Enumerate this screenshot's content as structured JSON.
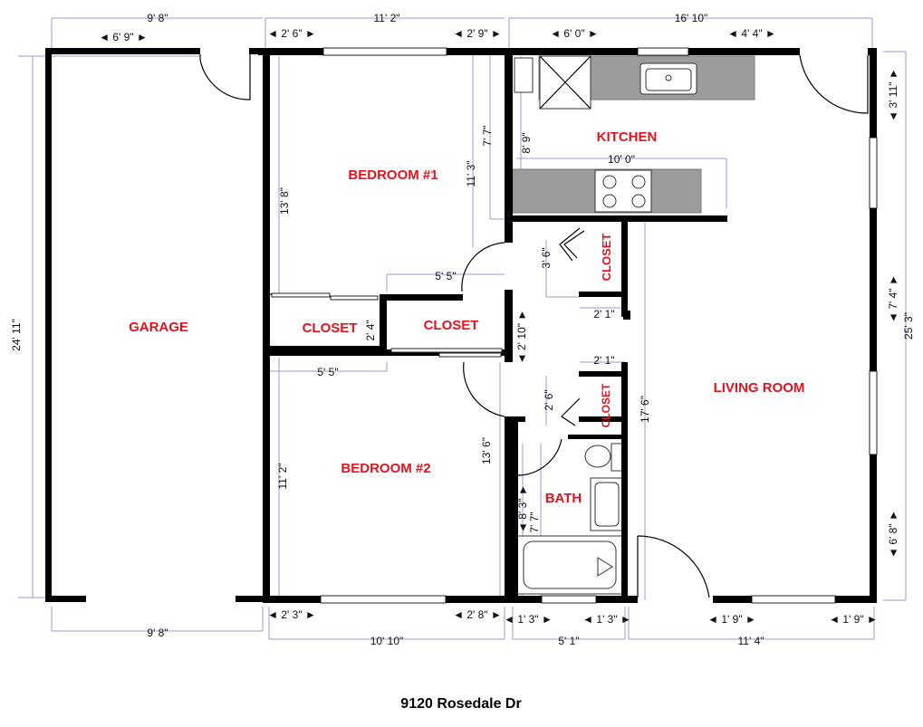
{
  "rooms": {
    "garage": "GARAGE",
    "bedroom1": "BEDROOM #1",
    "bedroom2": "BEDROOM #2",
    "closet_left": "CLOSET",
    "closet_mid": "CLOSET",
    "closet_upper": "CLOSET",
    "closet_lower": "CLOSET",
    "kitchen": "KITCHEN",
    "bath": "BATH",
    "living": "LIVING ROOM"
  },
  "dimensions": {
    "top_garage": "9' 8\"",
    "top_bed1": "11' 2\"",
    "top_right": "16' 10\"",
    "garage_door_w": "◄ 6' 9\" ►",
    "bed1_left_seg": "◄ 2' 6\" ►",
    "bed1_right_seg": "◄ 2' 9\" ►",
    "kitchen_left_seg": "◄ 6' 0\" ►",
    "kitchen_right_seg": "◄ 4' 4\" ►",
    "right_upper": "◄ 3' 11\" ►",
    "right_mid": "◄ 7' 4\" ►",
    "right_lower": "◄ 6' 8\" ►",
    "right_total": "25' 3\"",
    "garage_depth": "24' 11\"",
    "bed1_height": "13' 8\"",
    "bed1_side_a": "11' 3\"",
    "bed1_side_b": "7' 7\"",
    "kitchen_h": "8' 9\"",
    "kitchen_w": "10' 0\"",
    "closet_upper_h": "3' 6\"",
    "closet_upper_w": "2' 1\"",
    "closets_w_top": "5' 5\"",
    "closets_w_bottom": "5' 5\"",
    "closet_mid_h": "2' 4\"",
    "hall_h": "◄ 2' 10\" ►",
    "closet_lower_top": "2' 1\"",
    "closet_lower_h": "2' 6\"",
    "closet_lower_w": "2' 1\"",
    "living_h": "17' 6\"",
    "bed2_height": "11' 2\"",
    "bed2_side": "13' 6\"",
    "bath_h1": "◄ 8' 3\" ►",
    "bath_h2": "7' 7\"",
    "bottom_garage": "9' 8\"",
    "bottom_bed2_left": "◄ 2' 3\" ►",
    "bottom_bed2_right": "◄ 2' 8\" ►",
    "bottom_bed2_total": "10' 10\"",
    "bottom_bath_left": "◄ 1' 3\" ►",
    "bottom_bath_right": "◄ 1' 3\" ►",
    "bottom_bath_total": "5' 1\"",
    "bottom_living_left": "◄ 1' 9\" ►",
    "bottom_living_right": "◄ 1' 9\" ►",
    "bottom_living_total": "11' 4\""
  },
  "footer": {
    "address": "9120 Rosedale Dr"
  },
  "colors": {
    "room_label": "#e0141e",
    "dimension_line": "#9b9bd4",
    "wall": "#000000",
    "counter": "#9c9c9c"
  }
}
